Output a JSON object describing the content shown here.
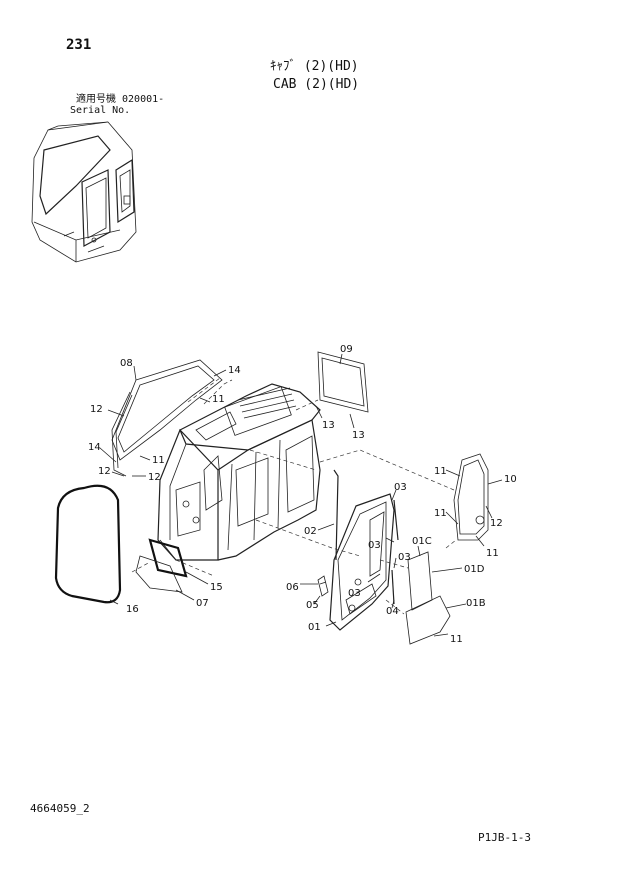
{
  "header": {
    "page_number": "231",
    "title_jp": "ｷｬﾌﾞ (2)(HD)",
    "title_en": "CAB (2)(HD)",
    "serial_label_jp": "適用号機 020001-",
    "serial_label_en": "Serial No."
  },
  "footer": {
    "doc_code": "4664059_2",
    "sheet_code": "P1JB-1-3"
  },
  "callouts": {
    "c08": "08",
    "c09": "09",
    "c14a": "14",
    "c11a": "11",
    "c12a": "12",
    "c13a": "13",
    "c13b": "13",
    "c14b": "14",
    "c12b": "12",
    "c11b": "11",
    "c12c": "12",
    "c16": "16",
    "c07": "07",
    "c15": "15",
    "c02": "02",
    "c03a": "03",
    "c03b": "03",
    "c03c": "03",
    "c06": "06",
    "c05": "05",
    "c01": "01",
    "c04": "04",
    "c11c": "11",
    "c10": "10",
    "c11d": "11",
    "c12d": "12",
    "c11e": "11",
    "c01C": "01C",
    "c01D": "01D",
    "c01B": "01B",
    "c11f": "11"
  }
}
